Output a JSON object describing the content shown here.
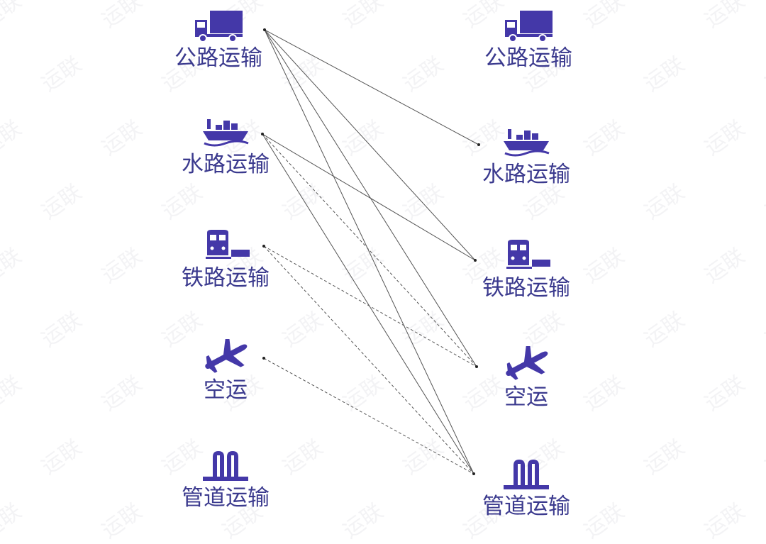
{
  "colors": {
    "icon": "#4438a8",
    "label": "#3b3a8e",
    "line": "#555555"
  },
  "watermark": "运联",
  "left_column": [
    {
      "id": "road",
      "label": "公路运输",
      "icon": "truck-icon"
    },
    {
      "id": "water",
      "label": "水路运输",
      "icon": "cargo-ship-icon"
    },
    {
      "id": "rail",
      "label": "铁路运输",
      "icon": "train-icon"
    },
    {
      "id": "air",
      "label": "空运",
      "icon": "airplane-icon"
    },
    {
      "id": "pipe",
      "label": "管道运输",
      "icon": "pipeline-icon"
    }
  ],
  "right_column": [
    {
      "id": "road",
      "label": "公路运输",
      "icon": "truck-icon"
    },
    {
      "id": "water",
      "label": "水路运输",
      "icon": "cargo-ship-icon"
    },
    {
      "id": "rail",
      "label": "铁路运输",
      "icon": "train-icon"
    },
    {
      "id": "air",
      "label": "空运",
      "icon": "airplane-icon"
    },
    {
      "id": "pipe",
      "label": "管道运输",
      "icon": "pipeline-icon"
    }
  ],
  "connections": [
    {
      "from": "road",
      "to": "water",
      "style": "solid"
    },
    {
      "from": "road",
      "to": "rail",
      "style": "solid"
    },
    {
      "from": "road",
      "to": "air",
      "style": "solid"
    },
    {
      "from": "road",
      "to": "pipe",
      "style": "solid"
    },
    {
      "from": "water",
      "to": "rail",
      "style": "solid"
    },
    {
      "from": "water",
      "to": "pipe",
      "style": "solid"
    },
    {
      "from": "water",
      "to": "air",
      "style": "dashed"
    },
    {
      "from": "rail",
      "to": "air",
      "style": "dashed"
    },
    {
      "from": "rail",
      "to": "pipe",
      "style": "dashed"
    },
    {
      "from": "air",
      "to": "pipe",
      "style": "dashed"
    }
  ]
}
